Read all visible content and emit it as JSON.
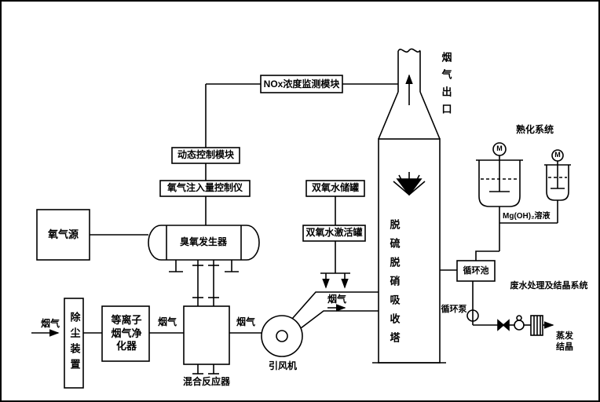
{
  "colors": {
    "ink": "#000000",
    "paper": "#ffffff"
  },
  "flow": {
    "inlet_gas": "烟气",
    "dust_device": "除尘装置",
    "plasma_purifier": "等离子烟气净化器",
    "gas_after_purifier": "烟气",
    "mixing_reactor": "混合反应器",
    "gas_after_reactor": "烟气",
    "fan": "引风机",
    "gas_in_duct": "烟气"
  },
  "ozone": {
    "oxygen_source": "氧气源",
    "ozone_generator": "臭氧发生器",
    "oxygen_injection_controller": "氧气注入量控制仪",
    "dynamic_control_module": "动态控制模块",
    "nox_monitor_module": "NOx浓度监测模块"
  },
  "h2o2": {
    "storage_tank": "双氧水储罐",
    "activation_tank": "双氧水激活罐"
  },
  "tower": {
    "name": "脱硫脱硝吸收塔",
    "gas_outlet": "烟气出口"
  },
  "right": {
    "aging_system": "熟化系统",
    "motor_left": "M",
    "motor_right": "M",
    "mgoh2_solution": "Mg(OH)₂溶液",
    "circulation_pool": "循环池",
    "circulation_pump": "循环泵",
    "wastewater_system": "废水处理及结晶系统",
    "evaporation_crystallization": "蒸发结晶"
  }
}
